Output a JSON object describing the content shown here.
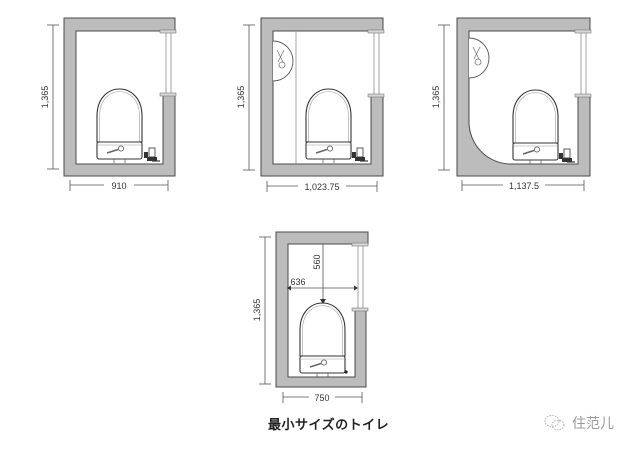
{
  "figure": {
    "type": "architectural floor plans",
    "subject": "toilet room layouts",
    "units": "mm"
  },
  "plans": [
    {
      "name": "plan-910",
      "width_label": "910",
      "depth_label": "1,365",
      "fixtures": [
        "toilet",
        "sliding-door-track"
      ]
    },
    {
      "name": "plan-1023",
      "width_label": "1,023.75",
      "depth_label": "1,365",
      "fixtures": [
        "toilet",
        "hand-sink",
        "sliding-door-track"
      ]
    },
    {
      "name": "plan-1137",
      "width_label": "1,137.5",
      "depth_label": "1,365",
      "fixtures": [
        "toilet",
        "hand-sink",
        "curved-wall-corner",
        "sliding-door-track"
      ]
    },
    {
      "name": "plan-minimum",
      "width_label": "750",
      "depth_label": "1,365",
      "clearance_depth_label": "560",
      "clearance_width_label": "636",
      "fixtures": [
        "toilet",
        "sliding-door-track",
        "clearance-arrows"
      ]
    }
  ],
  "caption": "最小サイズのトイレ",
  "watermark": {
    "icon": "wechat-icon",
    "text": "住范儿"
  },
  "colors": {
    "background": "#ffffff",
    "wall_fill": "#bcbcbc",
    "wall_outline": "#4a4a4a",
    "line": "#555555",
    "watermark": "#9a9a9a"
  }
}
